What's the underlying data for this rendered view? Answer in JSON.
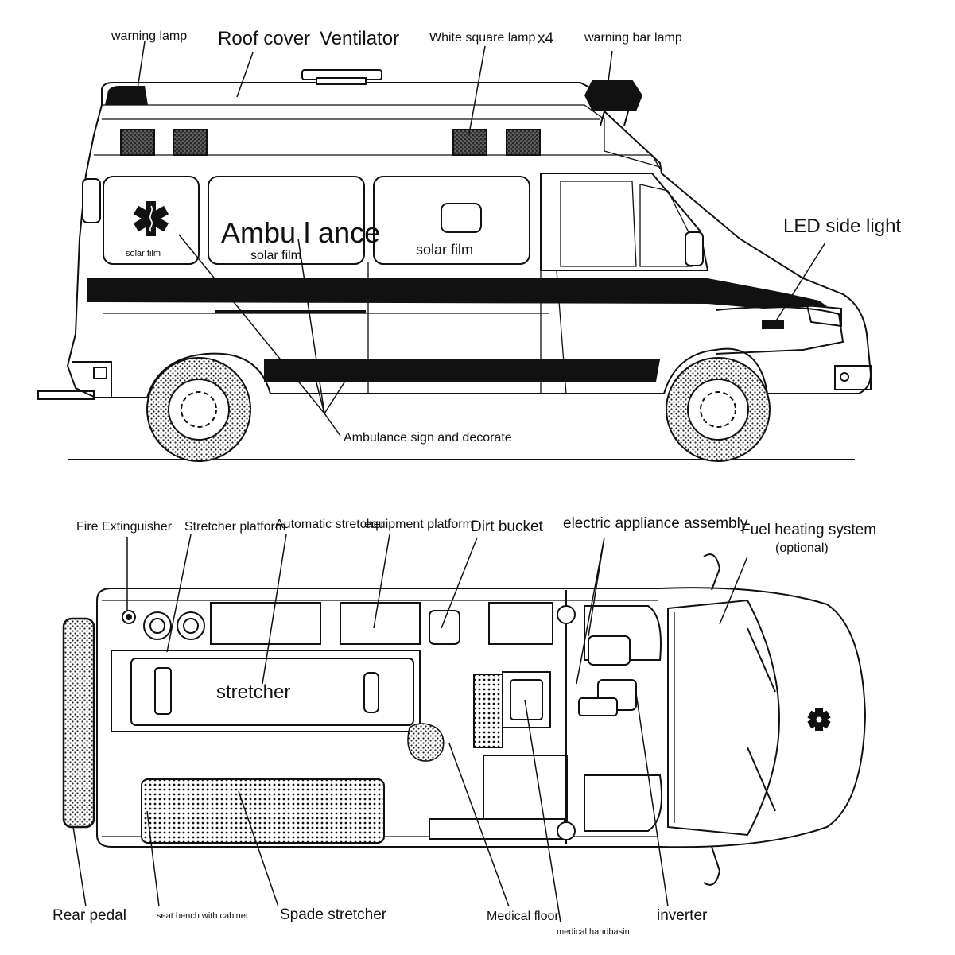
{
  "side_view": {
    "labels": {
      "warning_lamp": "warning lamp",
      "roof_cover": "Roof cover",
      "ventilator": "Ventilator",
      "white_square_lamp": "White square lamp",
      "lamp_count": "x4",
      "warning_bar_lamp": "warning bar lamp",
      "led_side_light": "LED side light",
      "ambulance_sign": "Ambulance sign and decorate"
    },
    "body_text": {
      "ambulance": "Ambu l ance",
      "solar_film_left": "solar film",
      "solar_film_mid": "solar film",
      "solar_film_right": "solar film"
    }
  },
  "top_view": {
    "labels": {
      "fire_extinguisher": "Fire Extinguisher",
      "stretcher_platform": "Stretcher platform",
      "automatic_stretcher": "Automatic stretcher",
      "equipment_platform": "equipment platform",
      "dirt_bucket": "Dirt bucket",
      "electric_appliance": "electric appliance assembly",
      "fuel_heating": "Fuel heating system",
      "optional": "(optional)",
      "rear_pedal": "Rear pedal",
      "seat_bench": "seat bench with cabinet",
      "spade_stretcher": "Spade stretcher",
      "medical_floor": "Medical floor",
      "medical_handbasin": "medical handbasin",
      "inverter": "inverter"
    },
    "body_text": {
      "stretcher": "stretcher"
    }
  }
}
